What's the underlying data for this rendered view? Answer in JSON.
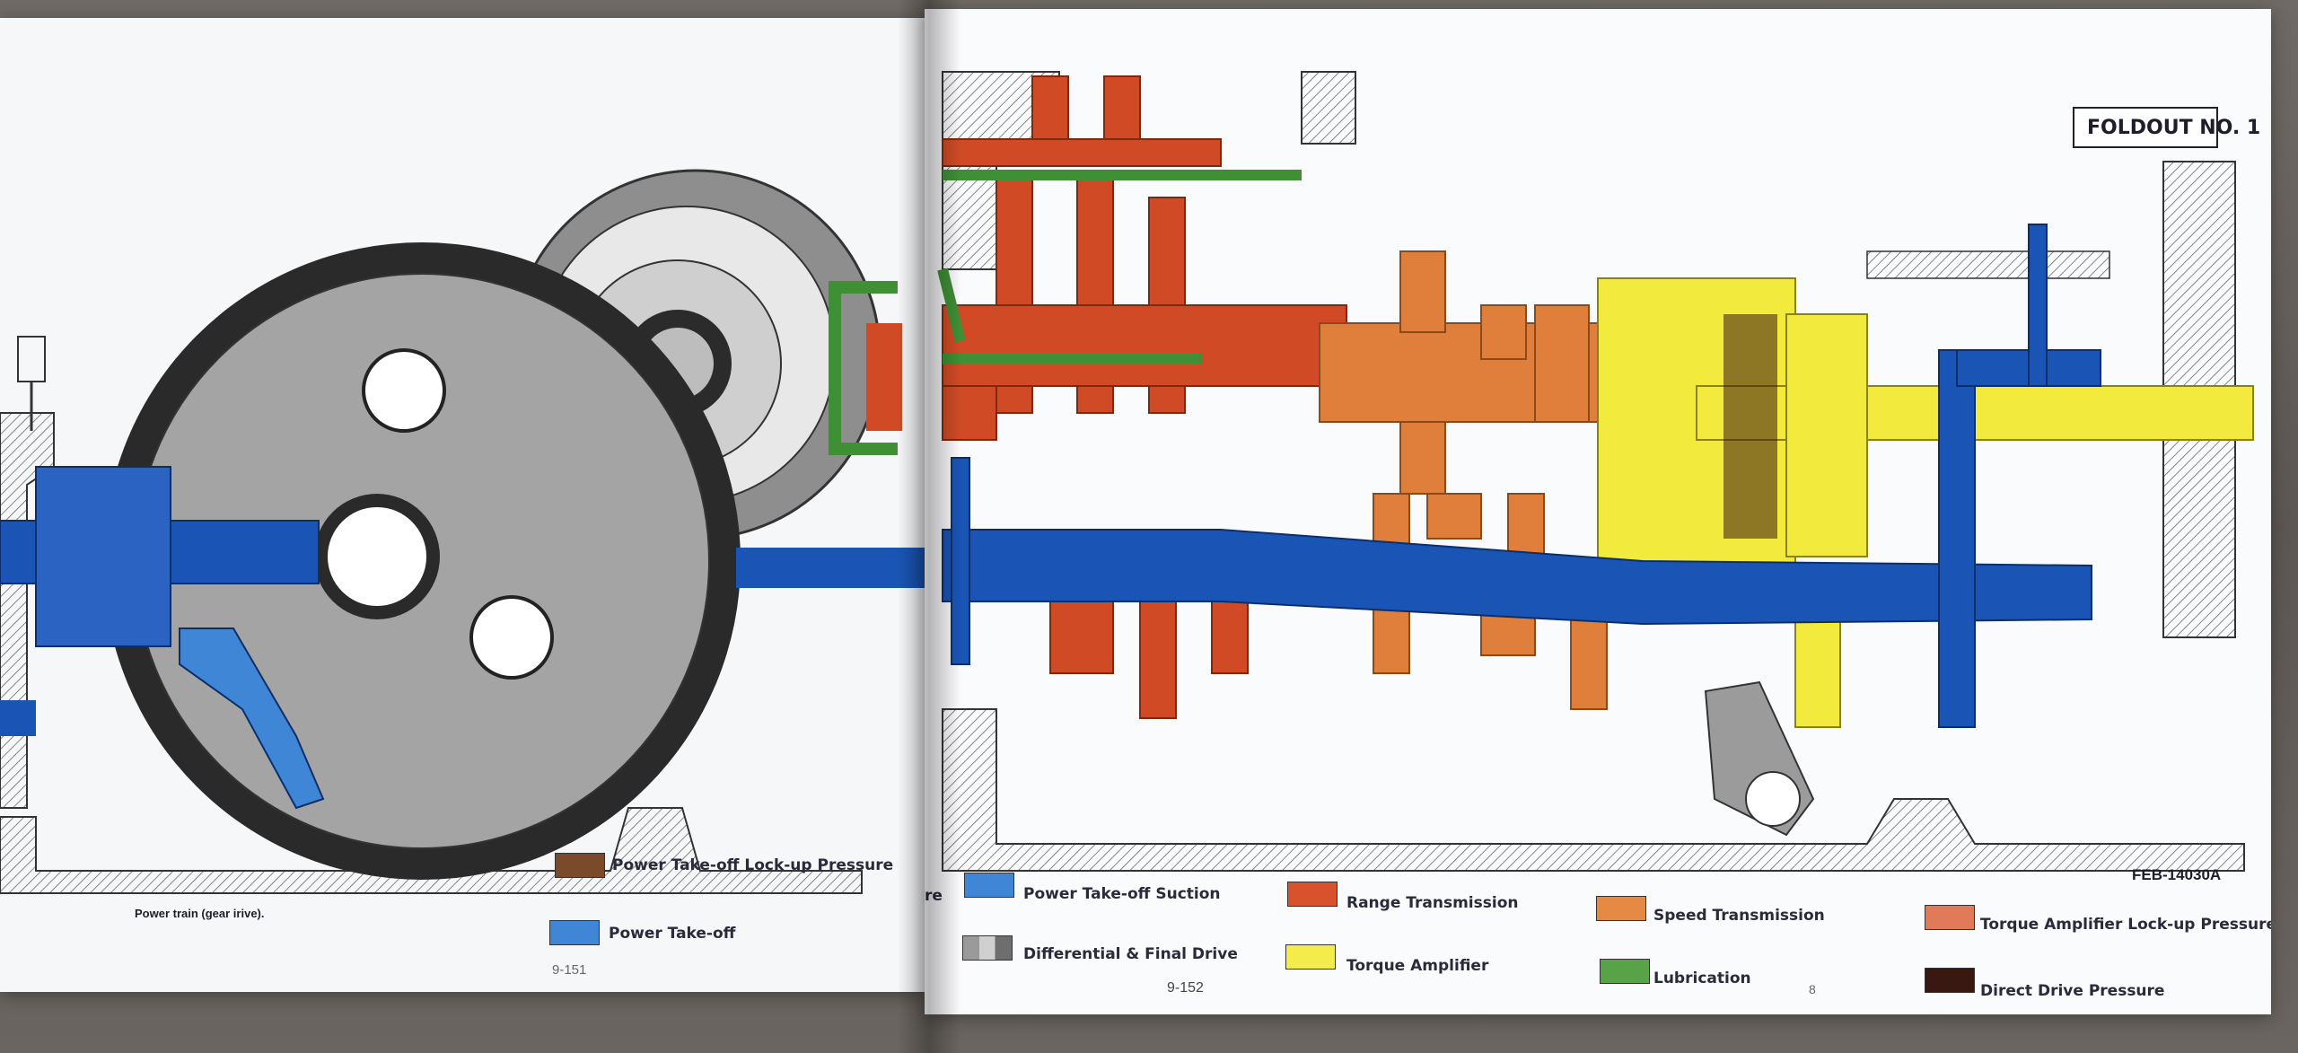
{
  "foldout_title": "FOLDOUT NO. 1",
  "figure_code": "FEB-14030A",
  "left_caption": "Power train (gear irive).",
  "page_numbers": {
    "left": "9-151",
    "right": "9-152",
    "small": "8"
  },
  "legend_cut_fragment": "re",
  "legend": [
    {
      "label": "Power Take-off Lock-up Pressure",
      "color": "#7a4a2a"
    },
    {
      "label": "Power Take-off",
      "color": "#3f86d6"
    },
    {
      "label": "Power Take-off Suction",
      "color": "#3f86d6"
    },
    {
      "label": "Differential & Final Drive",
      "color": "#9a9a9a"
    },
    {
      "label": "Range Transmission",
      "color": "#d9522e"
    },
    {
      "label": "Torque Amplifier",
      "color": "#f3ec4a"
    },
    {
      "label": "Speed Transmission",
      "color": "#e48a45"
    },
    {
      "label": "Lubrication",
      "color": "#58a348"
    },
    {
      "label": "Torque Amplifier Lock-up Pressure",
      "color": "#e07a58"
    },
    {
      "label": "Direct Drive Pressure",
      "color": "#3a1812"
    }
  ],
  "colors": {
    "shaft_blue": "#1a55b5",
    "range_red": "#cf4a25",
    "speed_orange": "#e07e3c",
    "yellow": "#f2ea3c",
    "green": "#3f8f34",
    "gray_gear": "#9b9b9b",
    "gear_dark": "#2a2a2a"
  }
}
